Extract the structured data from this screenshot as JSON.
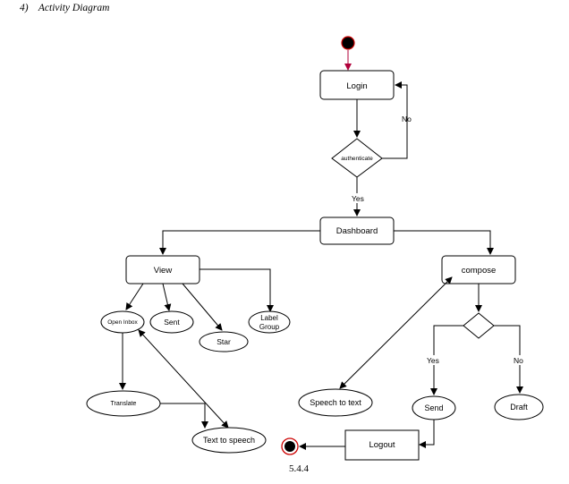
{
  "heading": {
    "number": "4)",
    "text": "Activity Diagram"
  },
  "caption": "5.4.4",
  "nodes": {
    "login": "Login",
    "authenticate": "authenticate",
    "dashboard": "Dashboard",
    "view": "View",
    "compose": "compose",
    "open_inbox": "Open Inbox",
    "sent": "Sent",
    "star": "Star",
    "label_group_line1": "Label",
    "label_group_line2": "Group",
    "translate": "Translate",
    "text_to_speech": "Text to speech",
    "speech_to_text": "Speech to text",
    "send": "Send",
    "draft": "Draft",
    "logout": "Logout"
  },
  "edge_labels": {
    "auth_no": "No",
    "auth_yes": "Yes",
    "compose_yes": "Yes",
    "compose_no": "No"
  },
  "colors": {
    "start_node_fill": "#000000",
    "start_node_border": "#cc0000",
    "start_arrow": "#b0003a",
    "line": "#000000"
  }
}
